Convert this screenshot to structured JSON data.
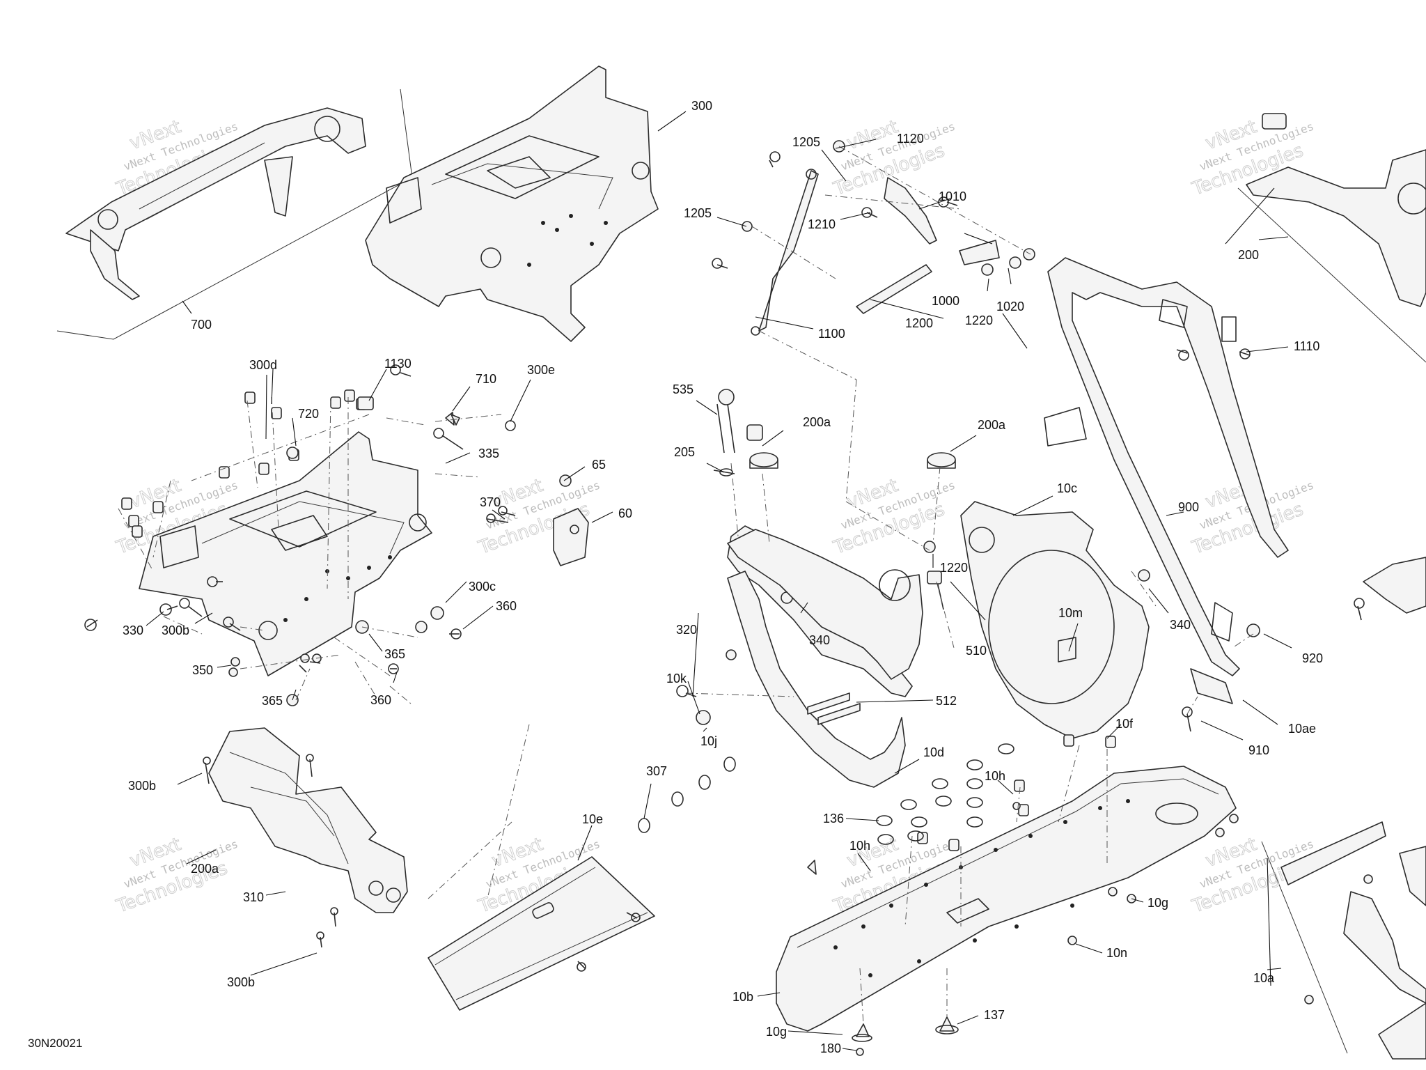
{
  "diagram": {
    "reference": "30N20021",
    "watermark": {
      "line1": "vNext",
      "line2": "vNext Technologies",
      "line3": "Technologies"
    },
    "callouts": [
      {
        "id": "c700",
        "label": "700"
      },
      {
        "id": "c300",
        "label": "300"
      },
      {
        "id": "c1205a",
        "label": "1205"
      },
      {
        "id": "c1120",
        "label": "1120"
      },
      {
        "id": "c1010",
        "label": "1010"
      },
      {
        "id": "c1205b",
        "label": "1205"
      },
      {
        "id": "c1210",
        "label": "1210"
      },
      {
        "id": "c1000",
        "label": "1000"
      },
      {
        "id": "c1020",
        "label": "1020"
      },
      {
        "id": "c1220a",
        "label": "1220"
      },
      {
        "id": "c1200",
        "label": "1200"
      },
      {
        "id": "c1100",
        "label": "1100"
      },
      {
        "id": "c200",
        "label": "200"
      },
      {
        "id": "c1110",
        "label": "1110"
      },
      {
        "id": "c300d",
        "label": "300d"
      },
      {
        "id": "c1130",
        "label": "1130"
      },
      {
        "id": "c710",
        "label": "710"
      },
      {
        "id": "c300e",
        "label": "300e"
      },
      {
        "id": "c720",
        "label": "720"
      },
      {
        "id": "c335",
        "label": "335"
      },
      {
        "id": "c65",
        "label": "65"
      },
      {
        "id": "c370",
        "label": "370"
      },
      {
        "id": "c60",
        "label": "60"
      },
      {
        "id": "c300c",
        "label": "300c"
      },
      {
        "id": "c360a",
        "label": "360"
      },
      {
        "id": "c330",
        "label": "330"
      },
      {
        "id": "c300b_a",
        "label": "300b"
      },
      {
        "id": "c350",
        "label": "350"
      },
      {
        "id": "c365a",
        "label": "365"
      },
      {
        "id": "c365b",
        "label": "365"
      },
      {
        "id": "c360b",
        "label": "360"
      },
      {
        "id": "c535",
        "label": "535"
      },
      {
        "id": "c200a_a",
        "label": "200a"
      },
      {
        "id": "c200a_b",
        "label": "200a"
      },
      {
        "id": "c205",
        "label": "205"
      },
      {
        "id": "c10c",
        "label": "10c"
      },
      {
        "id": "c900",
        "label": "900"
      },
      {
        "id": "c1220b",
        "label": "1220"
      },
      {
        "id": "c320",
        "label": "320"
      },
      {
        "id": "c340a",
        "label": "340"
      },
      {
        "id": "c510",
        "label": "510"
      },
      {
        "id": "c10m",
        "label": "10m"
      },
      {
        "id": "c340b",
        "label": "340"
      },
      {
        "id": "c920",
        "label": "920"
      },
      {
        "id": "c10k",
        "label": "10k"
      },
      {
        "id": "c512",
        "label": "512"
      },
      {
        "id": "c10j",
        "label": "10j"
      },
      {
        "id": "c10f",
        "label": "10f"
      },
      {
        "id": "c10ae",
        "label": "10ae"
      },
      {
        "id": "c910",
        "label": "910"
      },
      {
        "id": "c10d",
        "label": "10d"
      },
      {
        "id": "c10h_a",
        "label": "10h"
      },
      {
        "id": "c307",
        "label": "307"
      },
      {
        "id": "c136",
        "label": "136"
      },
      {
        "id": "c300b_b",
        "label": "300b"
      },
      {
        "id": "c10e",
        "label": "10e"
      },
      {
        "id": "c10h_b",
        "label": "10h"
      },
      {
        "id": "c200a_c",
        "label": "200a"
      },
      {
        "id": "c310",
        "label": "310"
      },
      {
        "id": "c10g_a",
        "label": "10g"
      },
      {
        "id": "c10n",
        "label": "10n"
      },
      {
        "id": "c10a",
        "label": "10a"
      },
      {
        "id": "c300b_c",
        "label": "300b"
      },
      {
        "id": "c10b",
        "label": "10b"
      },
      {
        "id": "c137",
        "label": "137"
      },
      {
        "id": "c10g_b",
        "label": "10g"
      },
      {
        "id": "c180",
        "label": "180"
      }
    ]
  }
}
